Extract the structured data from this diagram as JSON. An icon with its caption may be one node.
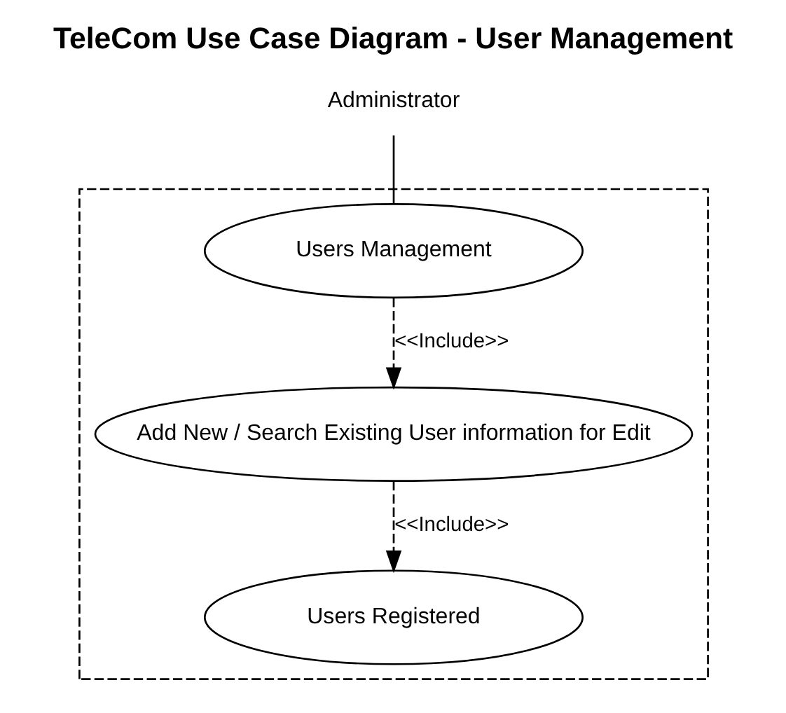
{
  "diagram": {
    "title": "TeleCom Use Case Diagram - User Management",
    "nodes": [
      {
        "text": [
          "Administrator"
        ]
      },
      {
        "text": [],
        "shape": "box"
      },
      {
        "text": [
          "Users Management"
        ],
        "in": 1
      },
      {
        "text": [
          "Add New / Search Existing User information for Edit"
        ],
        "in": 1
      },
      {
        "text": [
          "Users Registered"
        ],
        "in": 1
      }
    ],
    "edges": [
      {
        "from": 0,
        "to": 2,
        "arrow": "none"
      },
      {
        "from": 2,
        "to": 3,
        "arrow": "to",
        "style": "dashed",
        "label": "<<Include>>"
      },
      {
        "from": 3,
        "to": 4,
        "arrow": "to",
        "style": "dashed",
        "label": "<<Include>>"
      }
    ]
  }
}
